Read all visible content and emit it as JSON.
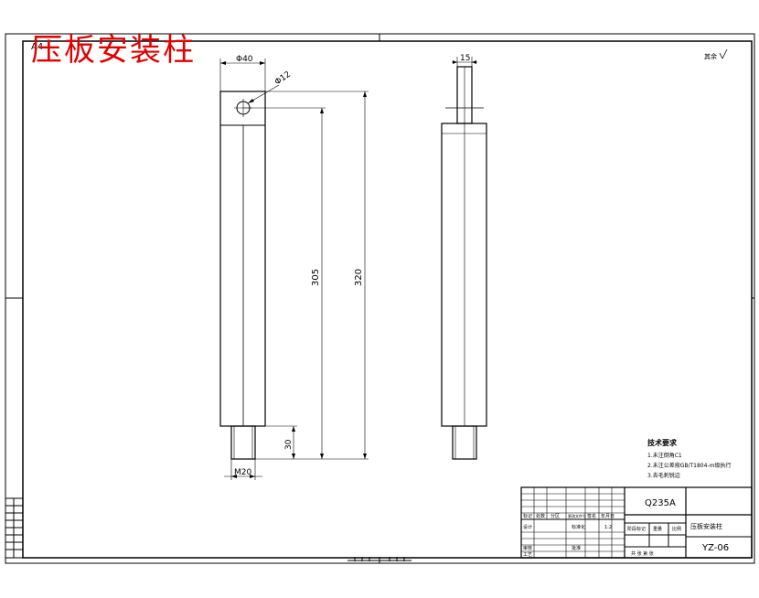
{
  "overlay_title": "压板安装柱",
  "sheet_size": "A4",
  "corner_note": "其余",
  "front_view": {
    "dim_width": "Φ40",
    "dim_hole": "Φ12",
    "dim_length_a": "305",
    "dim_length_b": "320",
    "dim_thread_len": "30",
    "dim_thread": "M20"
  },
  "side_view": {
    "dim_width": "15"
  },
  "tech_requirements": {
    "heading": "技术要求",
    "items": [
      "1.未注倒角C1",
      "2.未注公差按GB/T1804-m级执行",
      "3.去毛刺锐边"
    ]
  },
  "title_block": {
    "material": "Q235A",
    "part_name": "压板安装柱",
    "drawing_no": "YZ-06",
    "header_labels": [
      "标记",
      "处数",
      "分区",
      "更改文件号",
      "签名",
      "年月日"
    ],
    "row_labels": [
      "设计",
      "审核",
      "工艺"
    ],
    "standardization": "标准化",
    "approve": "批准",
    "stage_label": "阶段标记",
    "weight_label": "重量",
    "scale_label": "比例",
    "scale_value": "1:2",
    "sheet_label": "共 张 第 张"
  },
  "colors": {
    "title_red": "#e00000",
    "line": "#000000",
    "bg": "#ffffff"
  }
}
